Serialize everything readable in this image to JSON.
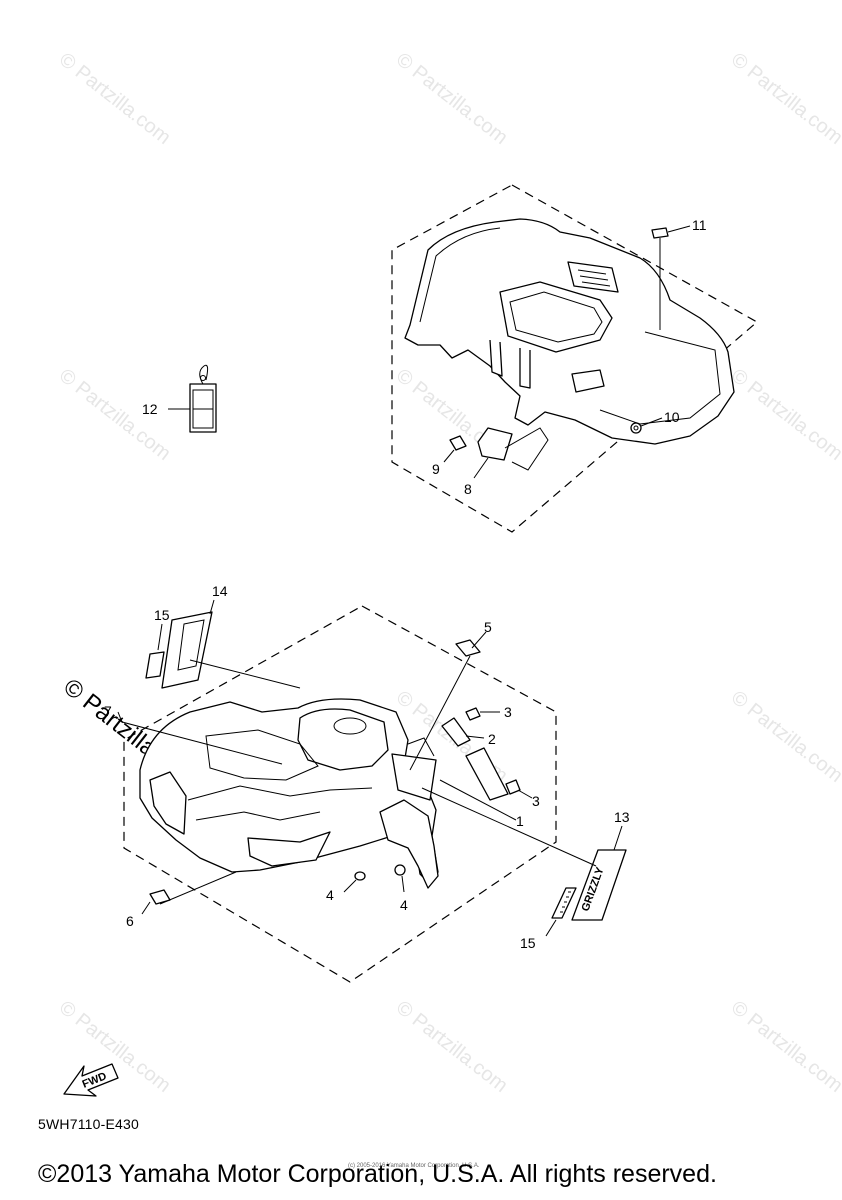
{
  "watermark": "© Partzilla.com",
  "callouts": {
    "c1": "1",
    "c2": "2",
    "c3a": "3",
    "c3b": "3",
    "c4a": "4",
    "c4b": "4",
    "c5": "5",
    "c6": "6",
    "c7": "7",
    "c8": "8",
    "c9": "9",
    "c10": "10",
    "c11": "11",
    "c12": "12",
    "c13": "13",
    "c14": "14",
    "c15a": "15",
    "c15b": "15"
  },
  "fwd_label": "FWD",
  "emblem_text": "GRIZZLY",
  "part_number": "5WH7110-E430",
  "footer_small": "(c) 2005-2016 Yamaha Motor Corporation, U.S.A.",
  "copyright": "©2013 Yamaha Motor Corporation, U.S.A. All rights reserved."
}
